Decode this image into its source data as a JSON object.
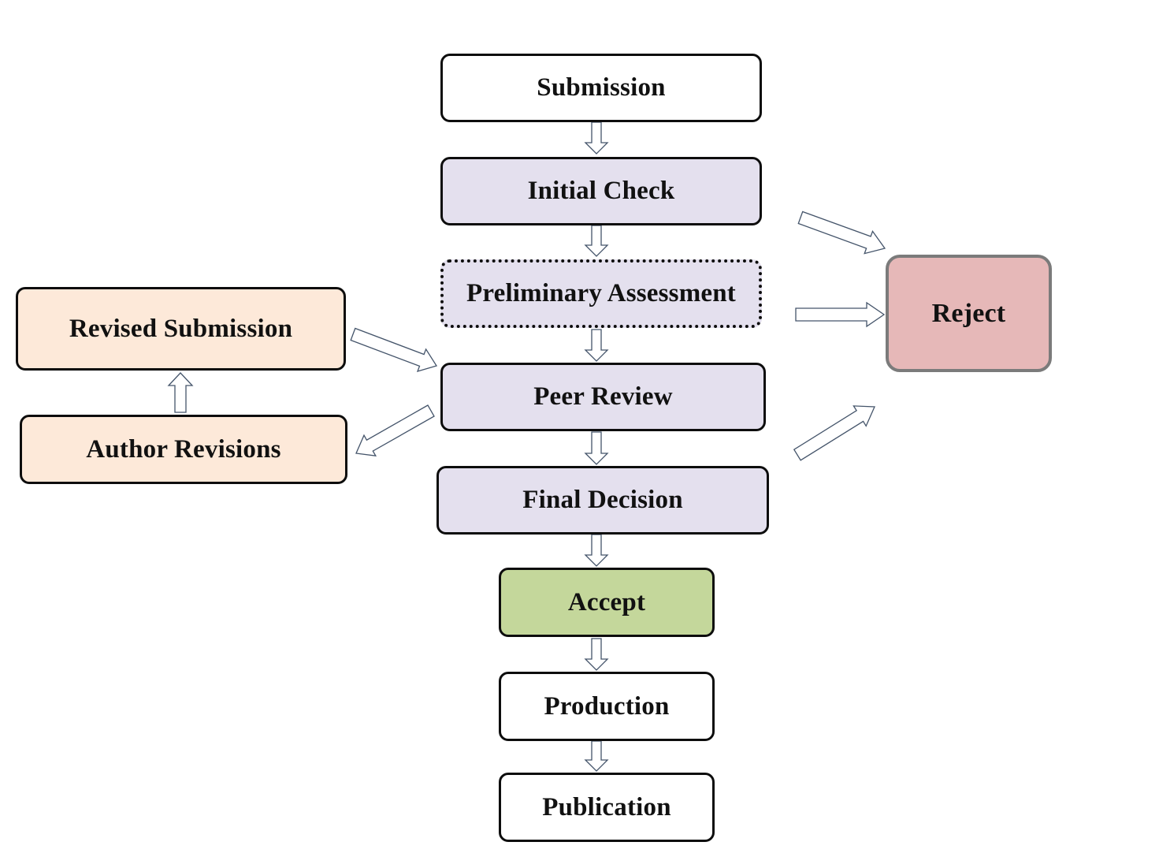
{
  "diagram": {
    "nodes": {
      "submission": "Submission",
      "initial_check": "Initial Check",
      "preliminary_assessment": "Preliminary Assessment",
      "peer_review": "Peer Review",
      "final_decision": "Final Decision",
      "accept": "Accept",
      "production": "Production",
      "publication": "Publication",
      "reject": "Reject",
      "revised_submission": "Revised Submission",
      "author_revisions": "Author Revisions"
    },
    "colors": {
      "white_fill": "#ffffff",
      "process_fill": "#e4e0ee",
      "accept_fill": "#c4d79b",
      "reject_fill": "#e6b8b8",
      "revision_fill": "#fde9d9",
      "border": "#0d0d0d",
      "reject_border": "#7b7b7b",
      "arrow_stroke": "#44546a"
    },
    "edges": [
      {
        "from": "submission",
        "to": "initial_check"
      },
      {
        "from": "initial_check",
        "to": "preliminary_assessment"
      },
      {
        "from": "preliminary_assessment",
        "to": "peer_review"
      },
      {
        "from": "peer_review",
        "to": "final_decision"
      },
      {
        "from": "final_decision",
        "to": "accept"
      },
      {
        "from": "accept",
        "to": "production"
      },
      {
        "from": "production",
        "to": "publication"
      },
      {
        "from": "initial_check",
        "to": "reject"
      },
      {
        "from": "preliminary_assessment",
        "to": "reject"
      },
      {
        "from": "final_decision",
        "to": "reject"
      },
      {
        "from": "peer_review",
        "to": "author_revisions"
      },
      {
        "from": "author_revisions",
        "to": "revised_submission"
      },
      {
        "from": "revised_submission",
        "to": "peer_review"
      }
    ]
  }
}
